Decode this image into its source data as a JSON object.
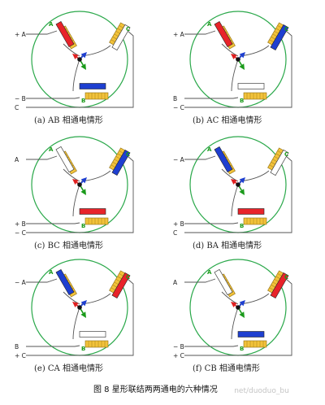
{
  "figure_title": "图 8 星形联结两两通电的六种情况",
  "watermark": "net/duoduo_bu",
  "terminal_letters": {
    "A": "A",
    "B": "B",
    "C": "C"
  },
  "colors": {
    "coil_red": "#e8232a",
    "coil_blue": "#1e3fd0",
    "coil_yellow": "#f2c23a",
    "coil_off": "#ffffff",
    "circle": "#2aa84a",
    "wire": "#555555",
    "arrow_red": "#e02020",
    "arrow_blue": "#1e3fd0",
    "arrow_green": "#1a9a1a",
    "terminal_letter": "#1a9a1a"
  },
  "panels": [
    {
      "caption": "(a) AB 相通电情形",
      "terminals": [
        "+ A",
        "− B",
        "C"
      ],
      "coils": {
        "A": "red",
        "B": "blue",
        "C": "off"
      },
      "shaft_line": true
    },
    {
      "caption": "(b) AC 相通电情形",
      "terminals": [
        "+ A",
        "B",
        "− C"
      ],
      "coils": {
        "A": "red",
        "B": "off",
        "C": "blue"
      },
      "shaft_line": false
    },
    {
      "caption": "(c) BC 相通电情形",
      "terminals": [
        "A",
        "+ B",
        "− C"
      ],
      "coils": {
        "A": "off",
        "B": "red",
        "C": "blue"
      },
      "shaft_line": false
    },
    {
      "caption": "(d) BA 相通电情形",
      "terminals": [
        "− A",
        "+ B",
        "C"
      ],
      "coils": {
        "A": "blue",
        "B": "red",
        "C": "off"
      },
      "shaft_line": false
    },
    {
      "caption": "(e) CA 相通电情形",
      "terminals": [
        "− A",
        "B",
        "+ C"
      ],
      "coils": {
        "A": "blue",
        "B": "off",
        "C": "red"
      },
      "shaft_line": false
    },
    {
      "caption": "(f) CB 相通电情形",
      "terminals": [
        "A",
        "− B",
        "+ C"
      ],
      "coils": {
        "A": "off",
        "B": "blue",
        "C": "red"
      },
      "shaft_line": false
    }
  ]
}
